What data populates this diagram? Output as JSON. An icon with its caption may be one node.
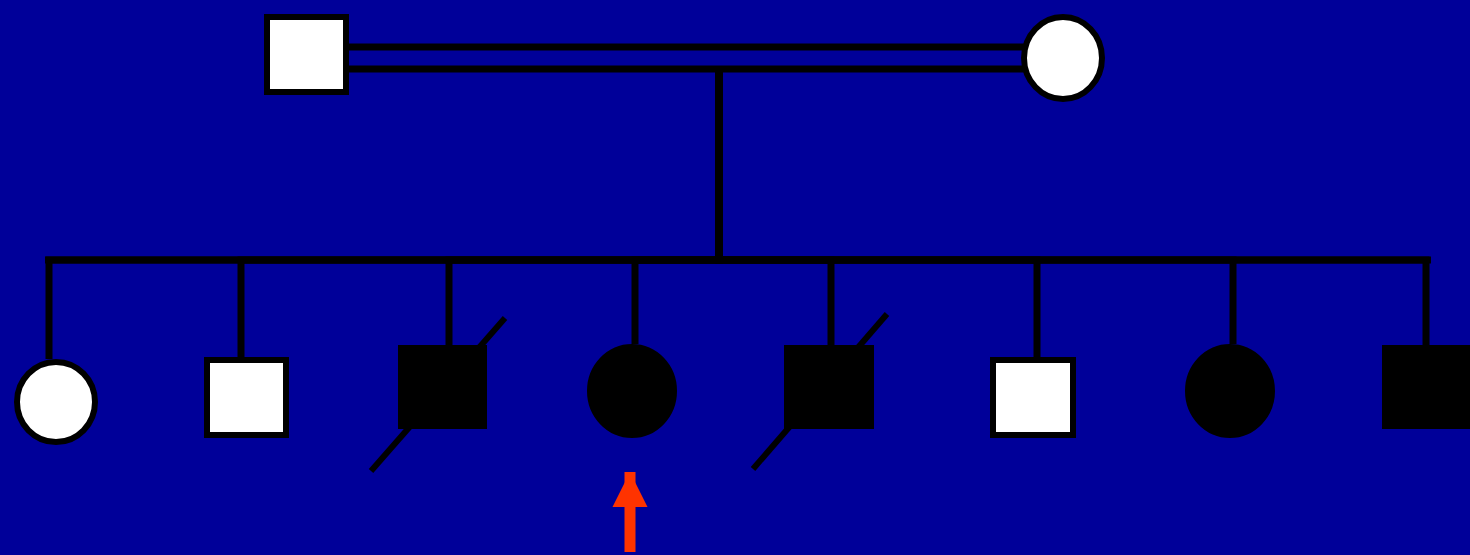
{
  "diagram": {
    "nodes": [
      {
        "text": [],
        "shape": "box"
      },
      {
        "text": [],
        "shape": "circle"
      },
      {
        "text": [],
        "shape": "circle"
      },
      {
        "text": [],
        "shape": "box"
      },
      {
        "text": [],
        "shape": "box"
      },
      {
        "text": [],
        "shape": "circle"
      },
      {
        "text": [],
        "shape": "box"
      },
      {
        "text": [],
        "shape": "box"
      },
      {
        "text": [],
        "shape": "circle"
      },
      {
        "text": [],
        "shape": "box"
      }
    ],
    "edges": [
      {
        "from": 0,
        "to": 1,
        "arrow": "none"
      },
      {
        "from": null,
        "to": 2,
        "arrow": "none"
      },
      {
        "from": null,
        "to": 3,
        "arrow": "none"
      },
      {
        "from": null,
        "to": 4,
        "arrow": "none"
      },
      {
        "from": null,
        "to": 5,
        "arrow": "none"
      },
      {
        "from": null,
        "to": 6,
        "arrow": "none"
      },
      {
        "from": null,
        "to": 7,
        "arrow": "none"
      },
      {
        "from": null,
        "to": 8,
        "arrow": "none"
      },
      {
        "from": null,
        "to": 9,
        "arrow": "none"
      },
      {
        "from": null,
        "to": 5,
        "arrow": "to",
        "color": "#ff3300"
      }
    ]
  }
}
